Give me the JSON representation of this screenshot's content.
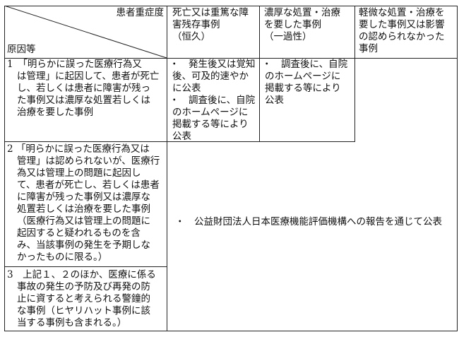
{
  "header": {
    "corner_top": "患者重症度",
    "corner_bottom": "原因等",
    "col1": [
      "死亡又は重篤な障",
      "害残存事例",
      "（恒久）"
    ],
    "col2": [
      "濃厚な処置・治療",
      "を要した事例",
      "（一過性）"
    ],
    "col3": [
      "軽微な処置・治療を",
      "要した事例又は影響",
      "の認められなかった",
      "事例"
    ]
  },
  "rows": [
    {
      "cause": [
        "1　「明らかに誤った医療行為又",
        "は管理」に起因して、患者が死亡",
        "し、若しくは患者に障害が残っ",
        "た事例又は濃厚な処置若しくは",
        "治療を要した事例"
      ],
      "col1": [
        "・　発生後又は覚知",
        "後、可及的速やか",
        "に公表",
        "・　調査後に、自院",
        "のホームページに",
        "掲載する等により",
        "公表"
      ],
      "col2": [
        "・　調査後に、自院",
        "のホームページに",
        "掲載する等により",
        "公表"
      ]
    },
    {
      "cause": [
        "2 「明らかに誤った医療行為又は",
        "管理」は認められないが、医療行",
        "為又は管理上の問題に起因し",
        "て、患者が死亡し、若しくは患者",
        "に障害が残った事例又は濃厚な",
        "処置若しくは治療を要した事例",
        "（医療行為又は管理上の問題に",
        "起因すると疑われるものを含",
        "み、当該事例の発生を予期しな",
        "かったものに限る。）"
      ]
    },
    {
      "cause": [
        "3　上記１、２のほか、医療に係る",
        "事故の発生の予防及び再発の防",
        "止に資すると考えられる警鐘的",
        "な事例（ヒヤリハット事例に該",
        "当する事例も含まれる。）"
      ]
    }
  ],
  "merged_text": "・　公益財団法人日本医療機能評価機構への報告を通じて公表"
}
